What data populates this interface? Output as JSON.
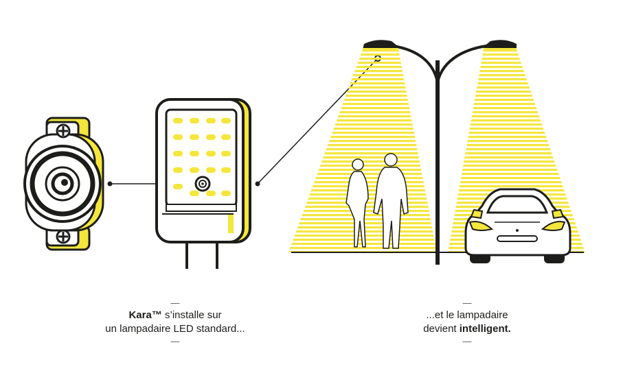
{
  "caption_left": {
    "dash_top": "—",
    "brand": "Kara™",
    "line1_rest": " s’installe sur",
    "line2": "un lampadaire LED standard...",
    "dash_bottom": "—"
  },
  "caption_right": {
    "dash_top": "—",
    "line1": "...et le lampadaire",
    "line2_prefix": "devient ",
    "line2_bold": "intelligent.",
    "dash_bottom": "—"
  },
  "colors": {
    "accent_yellow": "#f5e63c",
    "outline": "#1d1d1b",
    "background": "#ffffff"
  },
  "icons": [
    "sensor-icon",
    "screw-icon",
    "led-luminaire-icon",
    "street-lamp-icon",
    "pedestrians-icon",
    "car-icon"
  ]
}
